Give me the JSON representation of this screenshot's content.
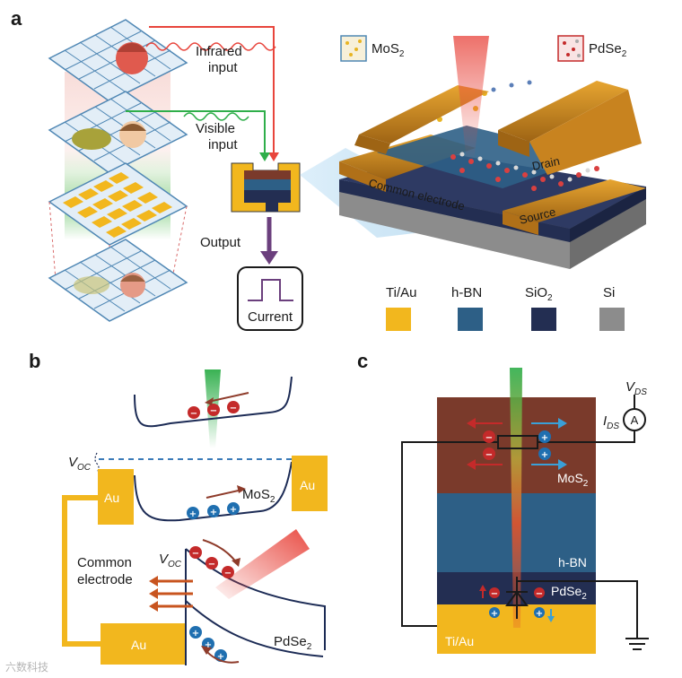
{
  "panels": {
    "a": "a",
    "b": "b",
    "c": "c"
  },
  "panel_a": {
    "infrared_input": [
      "Infrared",
      "input"
    ],
    "visible_input": [
      "Visible",
      "input"
    ],
    "output": "Output",
    "current": "Current",
    "mos2": {
      "base": "MoS",
      "sub": "2"
    },
    "pdse2": {
      "base": "PdSe",
      "sub": "2"
    },
    "electrodes": {
      "common": "Common electrode",
      "drain": "Drain",
      "source": "Source"
    },
    "legend": [
      {
        "label": "Ti/Au",
        "color": "#f2b71e"
      },
      {
        "label": "h-BN",
        "color": "#2d5f86"
      },
      {
        "label": "SiO",
        "sub": "2",
        "color": "#232e52"
      },
      {
        "label": "Si",
        "color": "#8c8c8c"
      }
    ]
  },
  "panel_b": {
    "voc": {
      "base": "V",
      "sub": "OC"
    },
    "au": "Au",
    "mos2": {
      "base": "MoS",
      "sub": "2"
    },
    "pdse2": {
      "base": "PdSe",
      "sub": "2"
    },
    "common_electrode": [
      "Common",
      "electrode"
    ]
  },
  "panel_c": {
    "vds": {
      "base": "V",
      "sub": "DS"
    },
    "ids": {
      "base": "I",
      "sub": "DS"
    },
    "ammeter": "A",
    "mos2": {
      "base": "MoS",
      "sub": "2"
    },
    "hbn": "h-BN",
    "pdse2": {
      "base": "PdSe",
      "sub": "2"
    },
    "tiau": "Ti/Au"
  },
  "watermark": "六数科技",
  "colors": {
    "tiau": "#f2b71e",
    "hbn": "#2d5f86",
    "sio2": "#232e52",
    "si": "#8c8c8c",
    "mos2_layer": "#7a3a2b",
    "infrared": "#e8453c",
    "visible": "#2fae4a",
    "output_arrow": "#6b3f7d",
    "electron": "#c42a2a",
    "hole": "#1f6fb0",
    "band_line": "#1c2b55"
  }
}
